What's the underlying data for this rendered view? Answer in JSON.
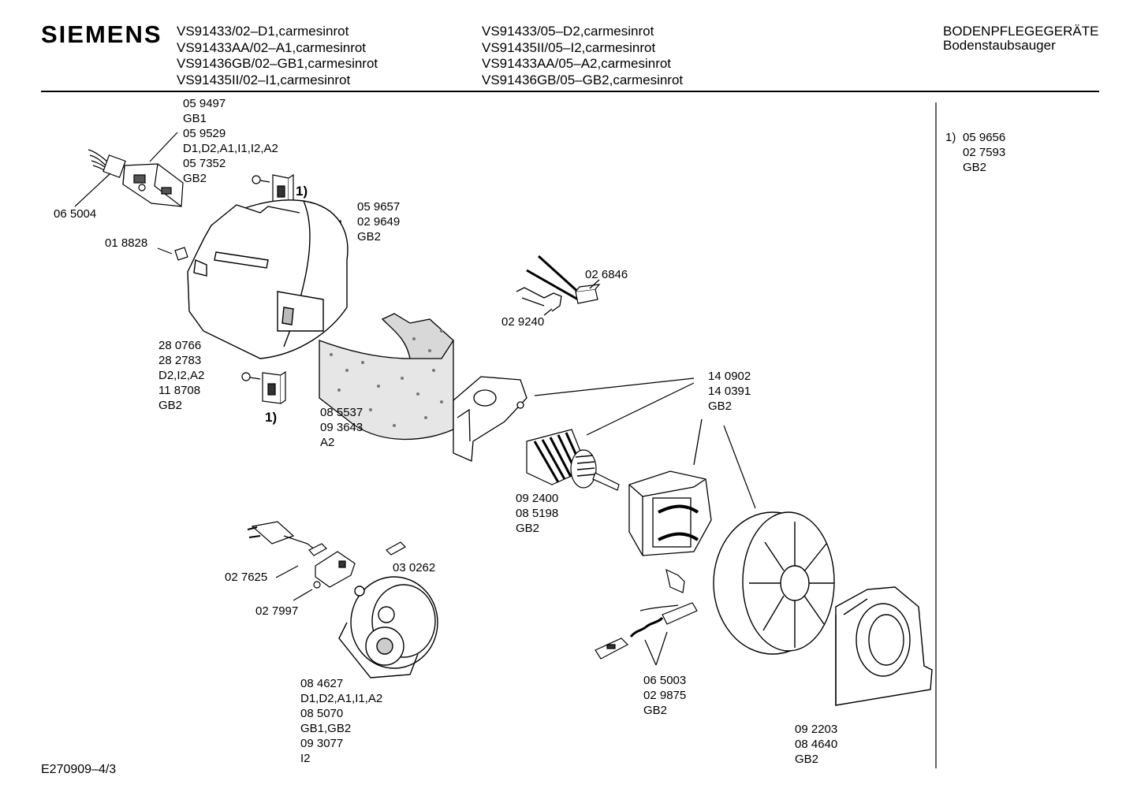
{
  "header": {
    "brand": "SIEMENS",
    "models_col1": [
      "VS91433/02–D1,carmesinrot",
      "VS91433AA/02–A1,carmesinrot",
      "VS91436GB/02–GB1,carmesinrot",
      "VS91435II/02–I1,carmesinrot"
    ],
    "models_col2": [
      "VS91433/05–D2,carmesinrot",
      "VS91435II/05–I2,carmesinrot",
      "VS91433AA/05–A2,carmesinrot",
      "VS91436GB/05–GB2,carmesinrot"
    ],
    "category_line1": "BODENPFLEGEGERÄTE",
    "category_line2": "Bodenstaubsauger"
  },
  "footnote": {
    "marker": "1)",
    "codes": [
      "05 9656",
      "02 7593",
      "GB2"
    ]
  },
  "parts": {
    "switch_codes": [
      "05 9497",
      "GB1",
      "05 9529",
      "D1,D2,A1,I1,I2,A2",
      "05 7352",
      "GB2"
    ],
    "cable_065004": "06 5004",
    "clip_018828": "01 8828",
    "tag_top": [
      "05 9657",
      "02 9649",
      "GB2"
    ],
    "housing": [
      "28 0766",
      "28 2783",
      "D2,I2,A2",
      "11 8708",
      "GB2"
    ],
    "foam": [
      "08 5537",
      "09 3643",
      "A2"
    ],
    "leads": "02 6846",
    "bracket": "02 9240",
    "motor_set": [
      "14 0902",
      "14 0391",
      "GB2"
    ],
    "armature": [
      "09 2400",
      "08 5198",
      "GB2"
    ],
    "plug": "02 7625",
    "fuse": "03 0262",
    "terminal": "02 7997",
    "reel": [
      "08 4627",
      "D1,D2,A1,I1,A2",
      "08 5070",
      "GB1,GB2",
      "09 3077",
      "I2"
    ],
    "brushes": [
      "06 5003",
      "02 9875",
      "GB2"
    ],
    "fan_cover": [
      "09 2203",
      "08 4640",
      "GB2"
    ],
    "fn_mark_top": "1)",
    "fn_mark_bottom": "1)"
  },
  "footer": {
    "drawing_code": "E270909–4/3"
  }
}
